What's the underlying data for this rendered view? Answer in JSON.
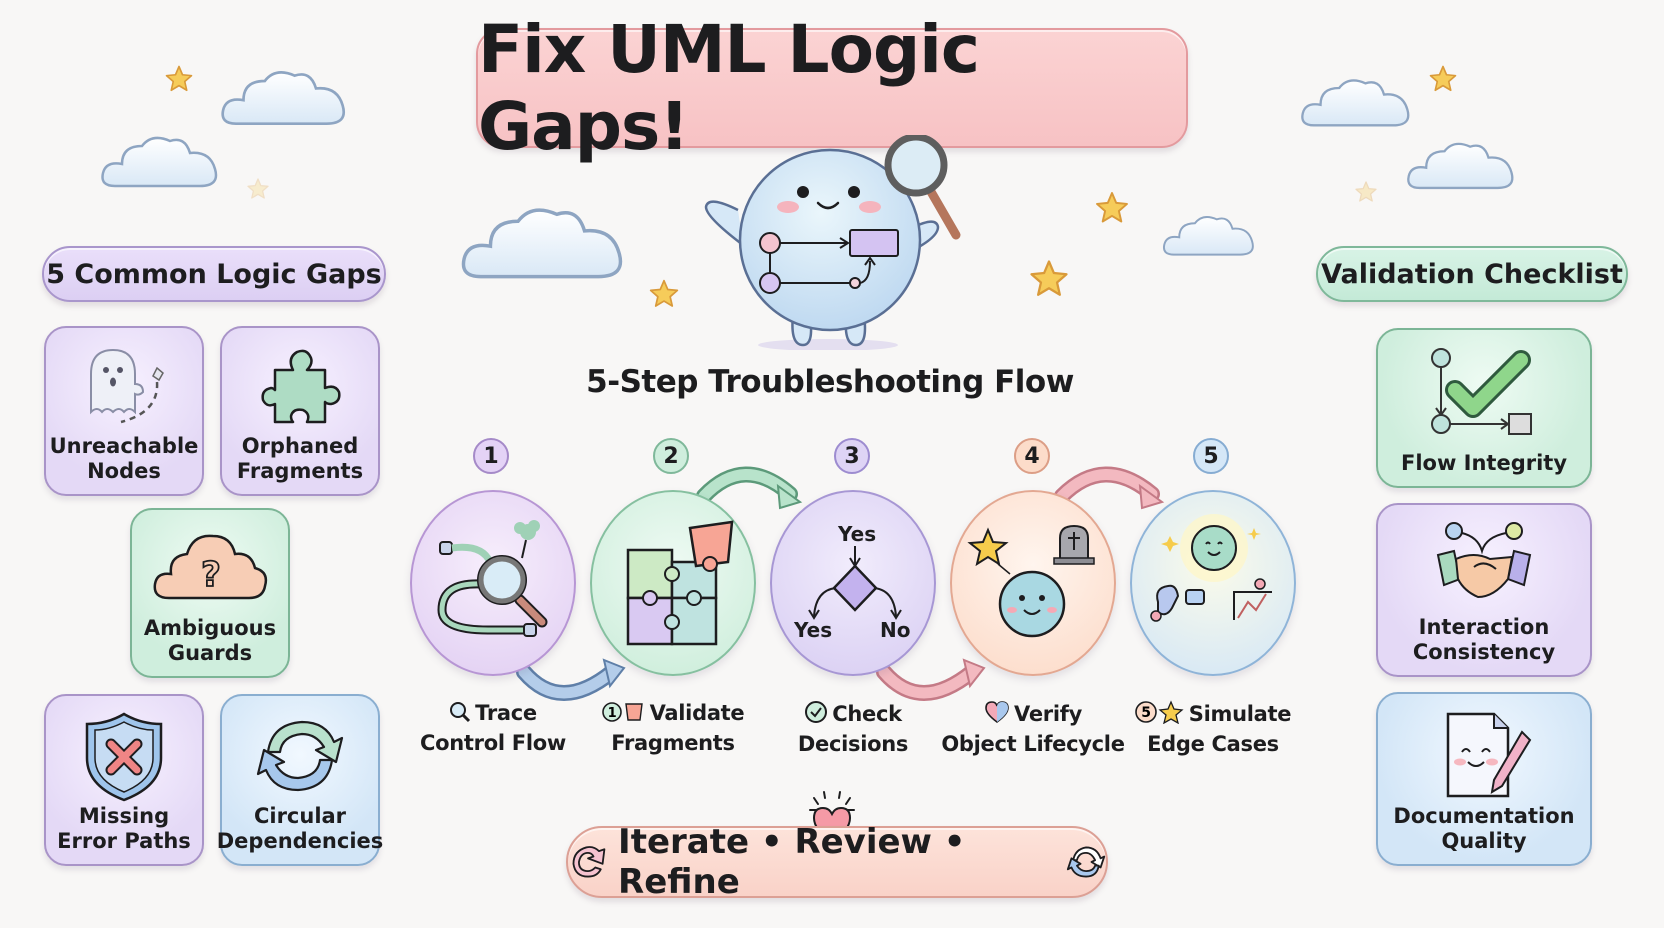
{
  "title": "Fix UML Logic Gaps!",
  "left_panel": {
    "header": "5 Common Logic Gaps",
    "items": [
      {
        "label": "Unreachable\nNodes",
        "icon": "ghost-icon",
        "color": "purple"
      },
      {
        "label": "Orphaned\nFragments",
        "icon": "puzzle-piece-icon",
        "color": "purple"
      },
      {
        "label": "Ambiguous\nGuards",
        "icon": "question-cloud-icon",
        "color": "green"
      },
      {
        "label": "Missing\nError Paths",
        "icon": "shield-x-icon",
        "color": "purple"
      },
      {
        "label": "Circular\nDependencies",
        "icon": "circular-arrows-icon",
        "color": "blue"
      }
    ]
  },
  "right_panel": {
    "header": "Validation Checklist",
    "items": [
      {
        "label": "Flow Integrity",
        "icon": "flow-check-icon",
        "color": "green"
      },
      {
        "label": "Interaction\nConsistency",
        "icon": "handshake-icon",
        "color": "purple"
      },
      {
        "label": "Documentation\nQuality",
        "icon": "smiling-document-pen-icon",
        "color": "blue"
      }
    ]
  },
  "flow": {
    "title": "5-Step Troubleshooting Flow",
    "steps": [
      {
        "number": "1",
        "line1": "Trace",
        "line2": "Control Flow",
        "icon": "magnifier-path-icon",
        "label_icon": "magnifier-icon",
        "color": "#e7d6f6",
        "border": "#b99bd6"
      },
      {
        "number": "2",
        "line1": "Validate",
        "line2": "Fragments",
        "icon": "puzzle-icon",
        "label_icon": "fragment-icon",
        "color": "#d3efe0",
        "border": "#86c0a0"
      },
      {
        "number": "3",
        "line1": "Check",
        "line2": "Decisions",
        "icon": "decision-diamond-icon",
        "label_icon": "check-circle-icon",
        "color": "#e0d7f6",
        "border": "#a797d4",
        "decision": {
          "top": "Yes",
          "left": "Yes",
          "right": "No"
        }
      },
      {
        "number": "4",
        "line1": "Verify",
        "line2": "Object Lifecycle",
        "icon": "lifecycle-icon",
        "label_icon": "heart-icon",
        "color": "#fde1d3",
        "border": "#e3a892"
      },
      {
        "number": "5",
        "line1": "Simulate",
        "line2": "Edge Cases",
        "icon": "simulation-icon",
        "label_icon": "star-icon",
        "color": "#d8e9f8",
        "border": "#8fb4d8"
      }
    ]
  },
  "footer": {
    "label": "Iterate • Review • Refine",
    "left_icon": "refresh-icon",
    "right_icon": "cycle-icon",
    "top_icon": "heart-icon"
  },
  "colors": {
    "background": "#f8f7f6",
    "title_bg": "#f9c9cb",
    "purple": "#e4d9f6",
    "green": "#cfeedd",
    "blue": "#d3e6f7",
    "peach": "#fde1d3",
    "star": "#f5c84c"
  }
}
